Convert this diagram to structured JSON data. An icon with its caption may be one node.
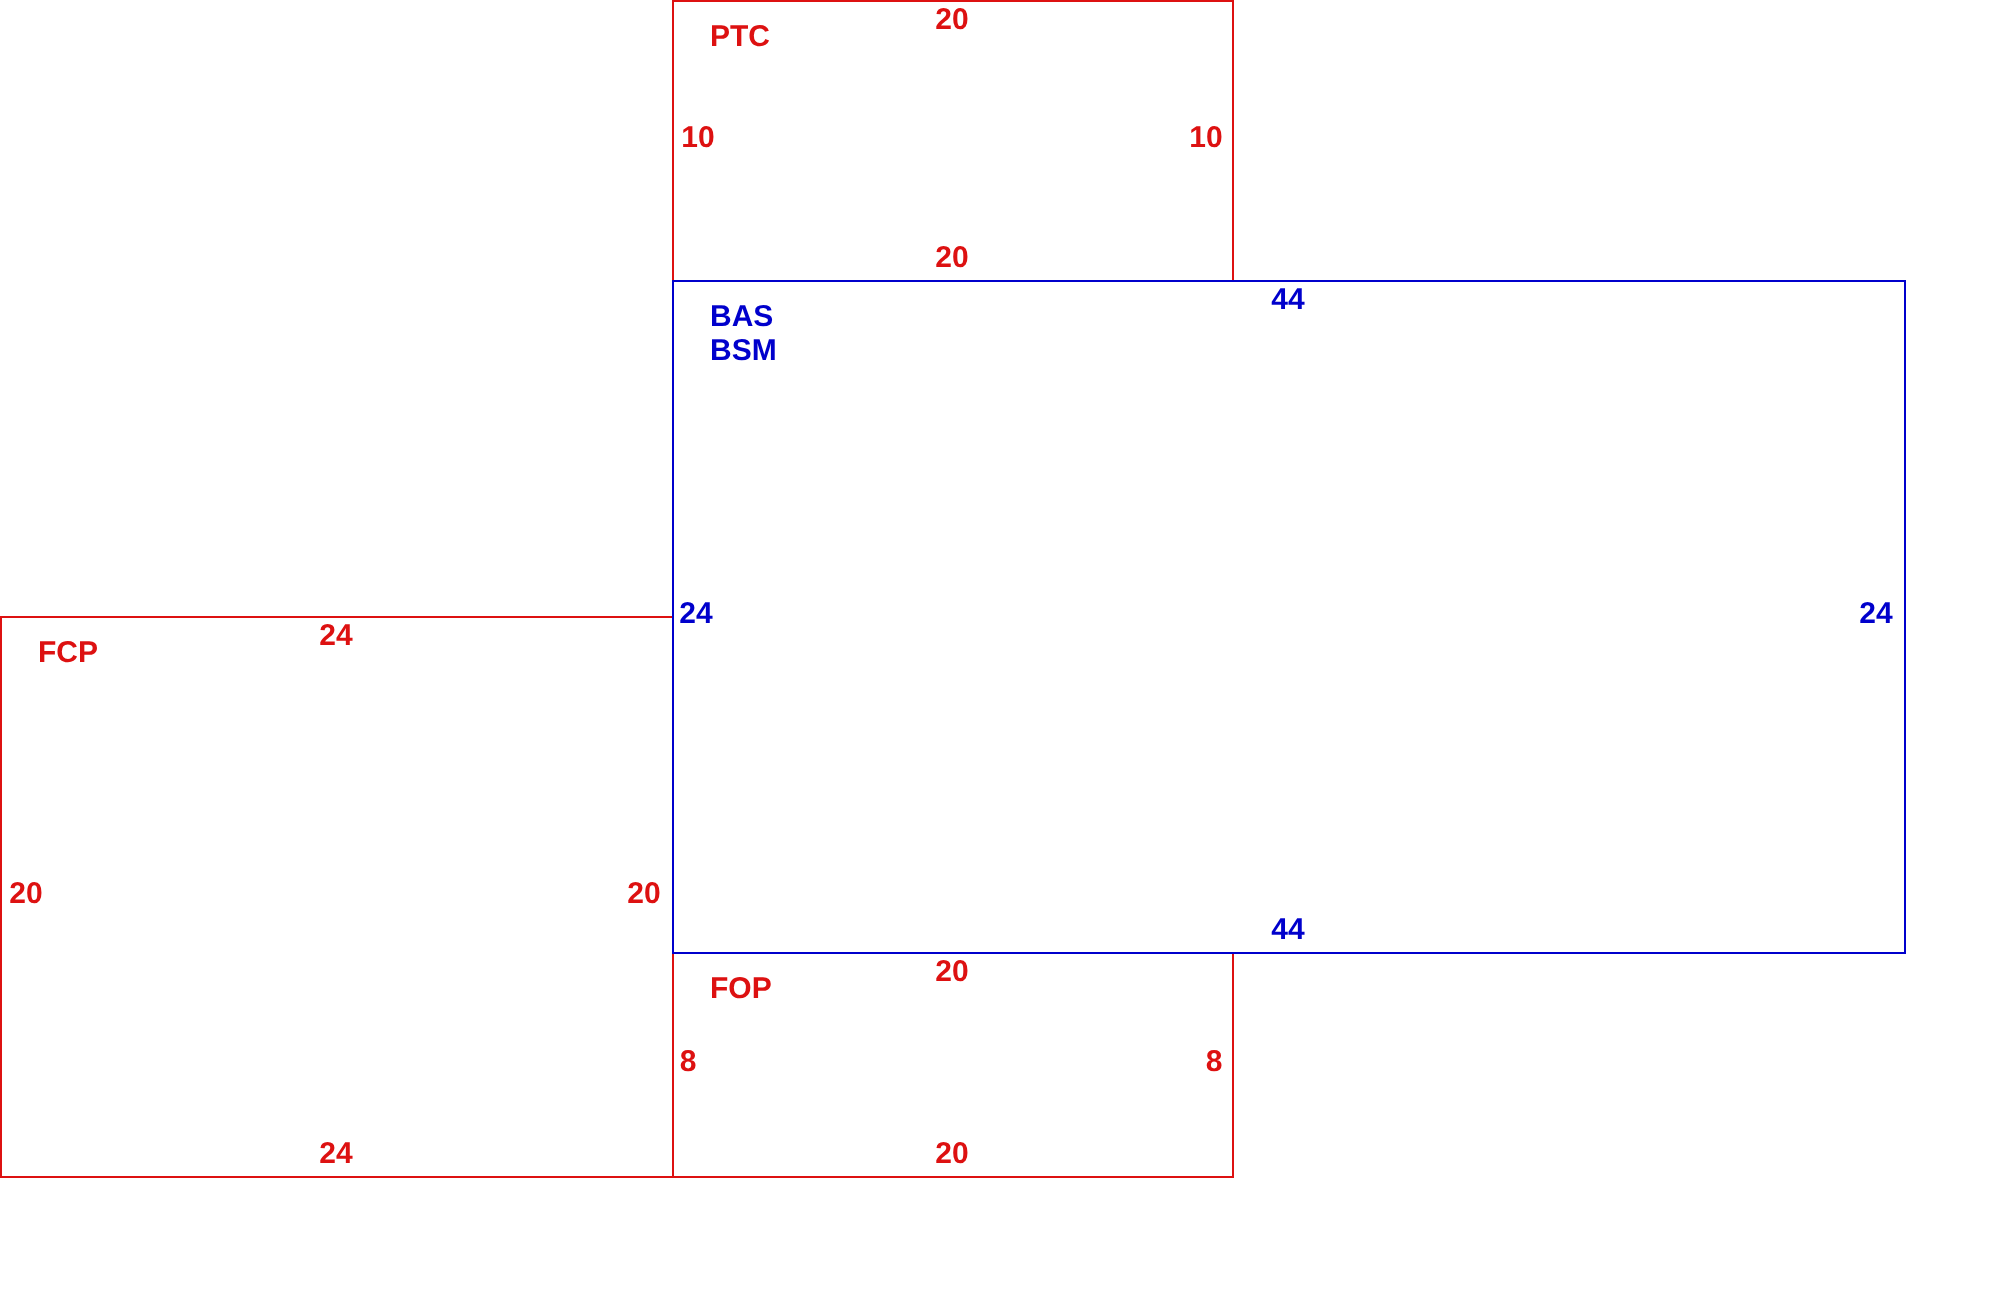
{
  "diagram": {
    "nodes": [
      {
        "text": [
          "PTC"
        ]
      },
      {
        "text": [
          "BAS",
          "BSM"
        ]
      },
      {
        "text": [
          "FCP"
        ]
      },
      {
        "text": [
          "FOP"
        ]
      }
    ],
    "labels": [
      "20",
      "10",
      "10",
      "20",
      "44",
      "24",
      "24",
      "24",
      "20",
      "20",
      "44",
      "20",
      "8",
      "8",
      "24",
      "20"
    ]
  }
}
